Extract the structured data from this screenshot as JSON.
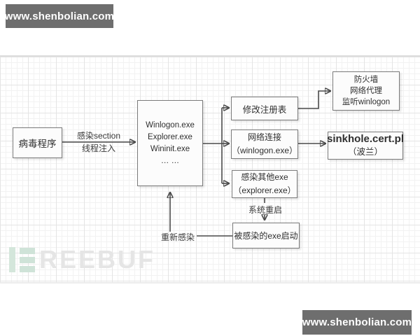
{
  "watermark_top": {
    "text": "www.shenbolian.com"
  },
  "watermark_bottom": {
    "text": "www.shenbolian.com"
  },
  "freebuf_watermark": {
    "text": "REEBUF"
  },
  "colors": {
    "watermark_bg": "#6e6e6e",
    "connector": "#4a4a4a",
    "node_border": "#7a7a7a",
    "freebuf_green": "#cfe3d8",
    "freebuf_text": "#e5e5e5"
  },
  "nodes": {
    "virus": {
      "label": "病毒程序"
    },
    "processes": {
      "lines": [
        "Winlogon.exe",
        "Explorer.exe",
        "Wininit.exe",
        "… …"
      ]
    },
    "registry": {
      "label": "修改注册表"
    },
    "network": {
      "lines": [
        "网络连接",
        "（winlogon.exe）"
      ]
    },
    "infect_exe": {
      "lines": [
        "感染其他exe",
        "（explorer.exe）"
      ]
    },
    "firewall": {
      "lines": [
        "防火墙",
        "网络代理",
        "监听winlogon"
      ]
    },
    "sinkhole": {
      "lines": [
        "sinkhole.cert.pl",
        "（波兰）"
      ]
    },
    "infected_start": {
      "label": "被感染的exe启动"
    }
  },
  "edge_labels": {
    "infect_section": [
      "感染section",
      "线程注入"
    ],
    "system_restart": "系统重启",
    "reinfect": "重新感染"
  }
}
